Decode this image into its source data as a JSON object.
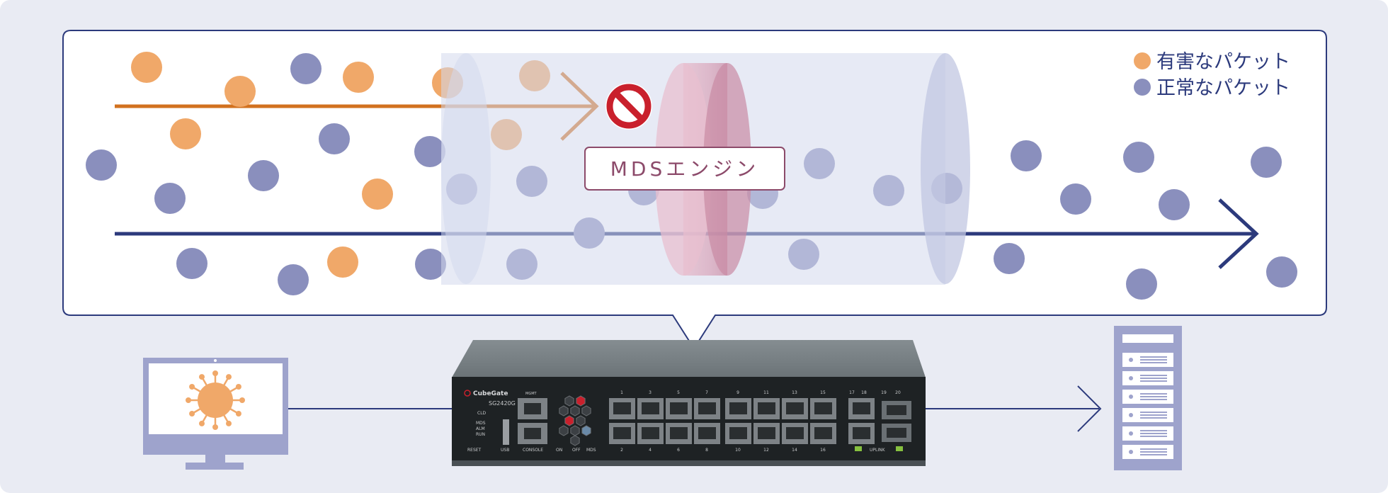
{
  "legend": {
    "harmful_label": "有害なパケット",
    "normal_label": "正常なパケット"
  },
  "engine": {
    "label": "MDSエンジン"
  },
  "device": {
    "brand": "CubeGate",
    "model": "SG2420G",
    "labels": {
      "cld": "CLD",
      "mds": "MDS",
      "alm": "ALM",
      "run": "RUN",
      "reset": "RESET",
      "usb": "USB",
      "console": "CONSOLE",
      "on": "ON",
      "off": "OFF",
      "mds_bottom": "MDS",
      "uplink": "UPLINK",
      "mgmt": "MGMT"
    },
    "port_numbers_top": [
      "1",
      "3",
      "5",
      "7",
      "9",
      "11",
      "13",
      "15",
      "17",
      "18",
      "19",
      "20"
    ],
    "port_numbers_bottom": [
      "2",
      "4",
      "6",
      "8",
      "10",
      "12",
      "14",
      "16"
    ]
  },
  "colors": {
    "background": "#e9ebf3",
    "frame": "#2c3a7c",
    "harmful": "#f0a869",
    "normal": "#8a8fbd",
    "harmful_line": "#d2711f",
    "normal_line": "#2c3a7c",
    "engine_ring": "#d59db4",
    "engine_text": "#8c4a6a",
    "stop_red": "#c9202c",
    "pc_frame": "#9ea3cc",
    "server": "#9ea3cc"
  }
}
